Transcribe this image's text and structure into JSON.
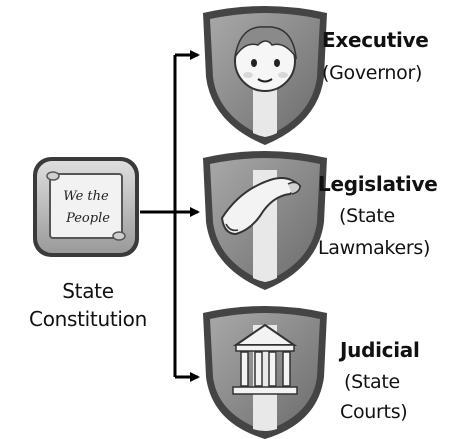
{
  "root": {
    "line1": "State",
    "line2": "Constitution",
    "icon_text_line1": "We the",
    "icon_text_line2": "People"
  },
  "branches": [
    {
      "title": "Executive",
      "sub1": "(Governor)",
      "sub2": "",
      "icon": "face-icon"
    },
    {
      "title": "Legislative",
      "sub1": "(State",
      "sub2": "Lawmakers)",
      "icon": "scroll-icon"
    },
    {
      "title": "Judicial",
      "sub1": "(State",
      "sub2": "Courts)",
      "icon": "courthouse-icon"
    }
  ],
  "colors": {
    "shield_outer": "#555555",
    "shield_inner": "#8c8c8c",
    "stripe": "#e8e8e8",
    "connector": "#000000"
  }
}
